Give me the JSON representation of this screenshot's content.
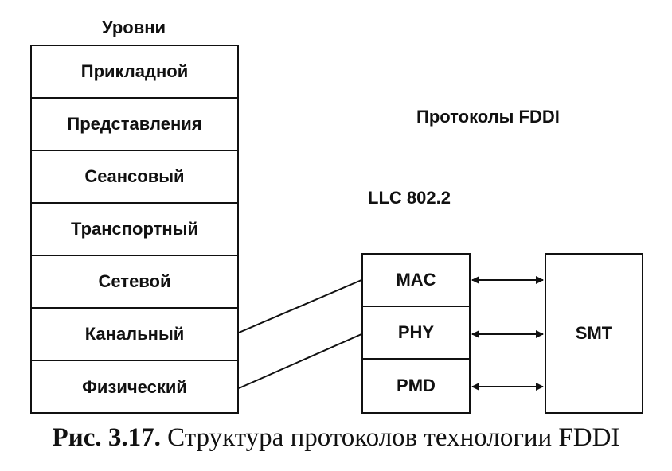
{
  "diagram": {
    "levels_title": "Уровни",
    "osi_levels": [
      "Прикладной",
      "Представления",
      "Сеансовый",
      "Транспортный",
      "Сетевой",
      "Канальный",
      "Физический"
    ],
    "protocols_title": "Протоколы FDDI",
    "llc_label": "LLC 802.2",
    "fddi_layers": [
      "MAC",
      "PHY",
      "PMD"
    ],
    "smt_label": "SMT"
  },
  "caption": {
    "prefix": "Рис. 3.17.",
    "text": " Структура протоколов технологии FDDI"
  }
}
